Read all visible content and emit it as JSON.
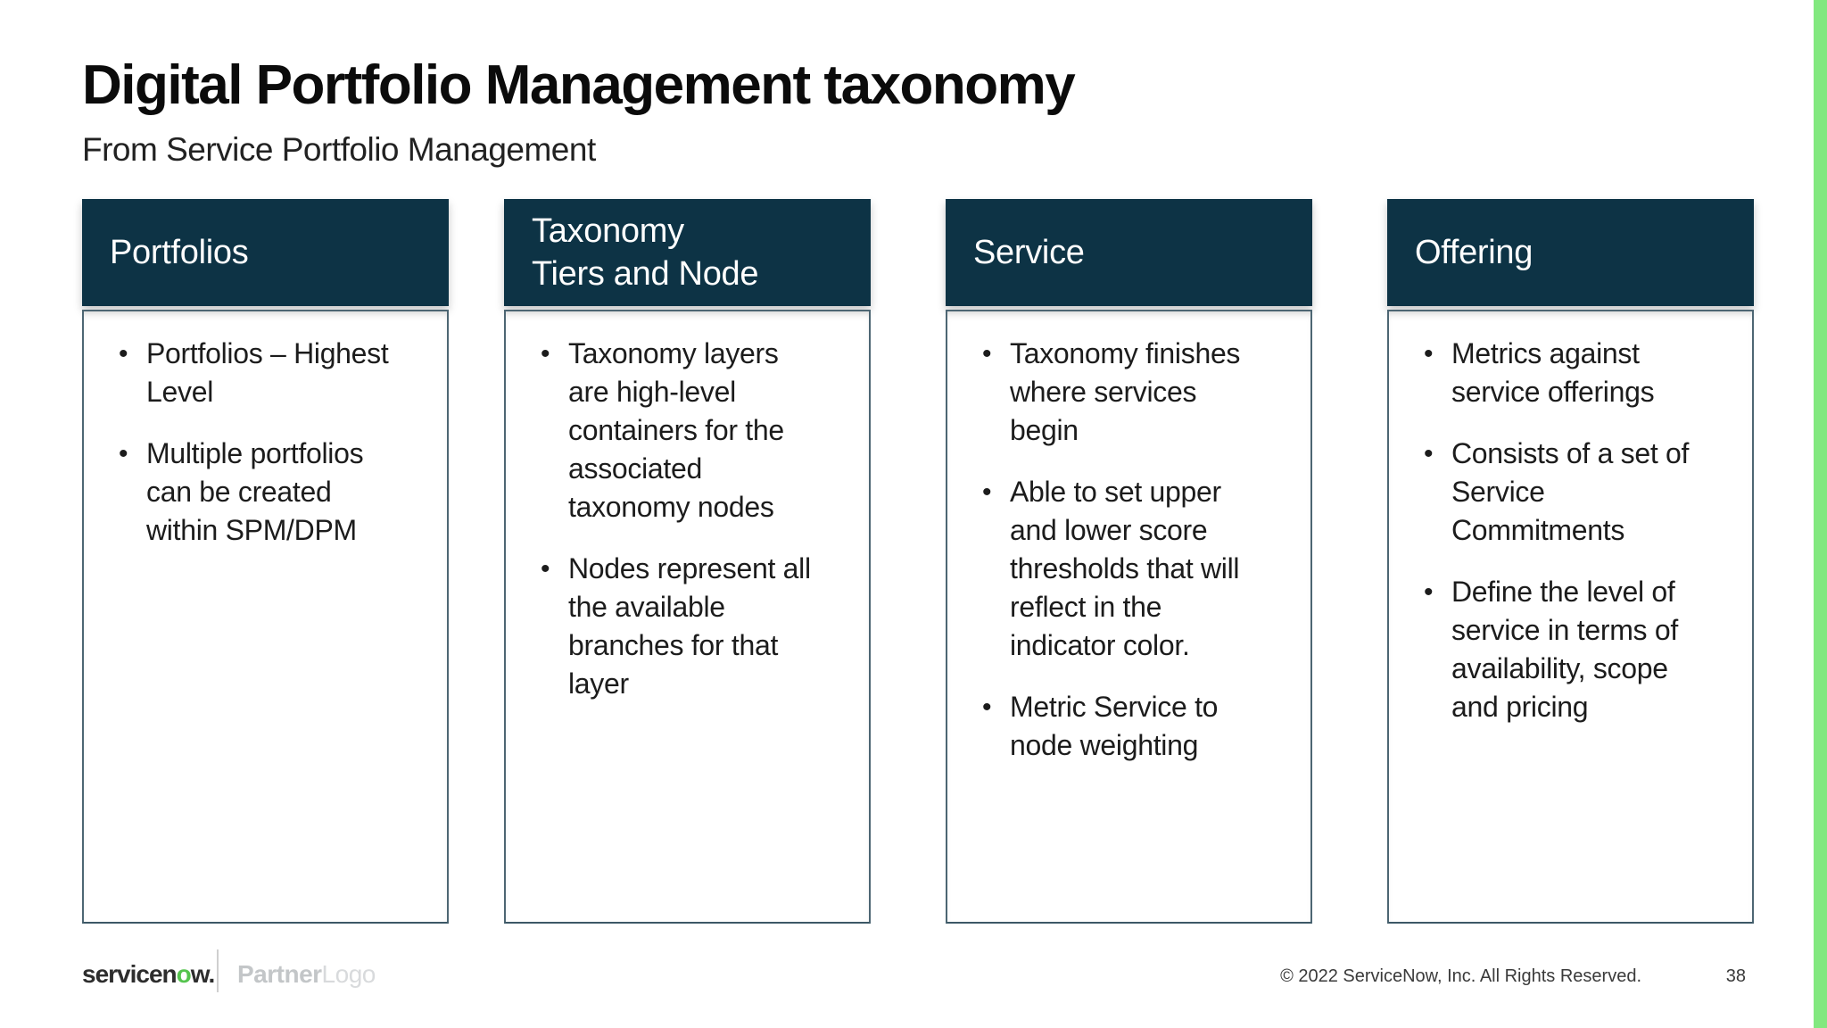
{
  "slide": {
    "title": "Digital Portfolio Management taxonomy",
    "subtitle": "From Service Portfolio Management",
    "columns": [
      {
        "header": "Portfolios",
        "bullets": [
          "Portfolios – Highest\nLevel",
          "Multiple portfolios\ncan be created\nwithin SPM/DPM"
        ]
      },
      {
        "header": "Taxonomy\nTiers and Node",
        "bullets": [
          "Taxonomy layers\nare high-level\ncontainers for the\nassociated\ntaxonomy nodes",
          "Nodes represent all\nthe available\nbranches for that\nlayer"
        ]
      },
      {
        "header": "Service",
        "bullets": [
          "Taxonomy finishes\nwhere services\nbegin",
          "Able to set upper\nand lower score\nthresholds that will\nreflect in the\nindicator color.",
          "Metric Service to\nnode weighting"
        ]
      },
      {
        "header": "Offering",
        "bullets": [
          "Metrics against\nservice offerings",
          "Consists of a set of\nService\nCommitments",
          "Define the level of\nservice in terms of\navailability, scope\nand pricing"
        ]
      }
    ],
    "footer": {
      "logo_prefix": "servicen",
      "logo_o": "o",
      "logo_suffix": "w.",
      "partner_part1": "Partner",
      "partner_part2": "Logo",
      "copyright": "© 2022 ServiceNow, Inc. All Rights Reserved.",
      "page_number": "38"
    }
  },
  "colors": {
    "header_bg": "#0d3345",
    "body_border": "#4d6673",
    "stripe_green": "#82e87f",
    "logo_green": "#55c44e",
    "text_dark": "#1c1c1c",
    "title_color": "#0b0b0b"
  }
}
